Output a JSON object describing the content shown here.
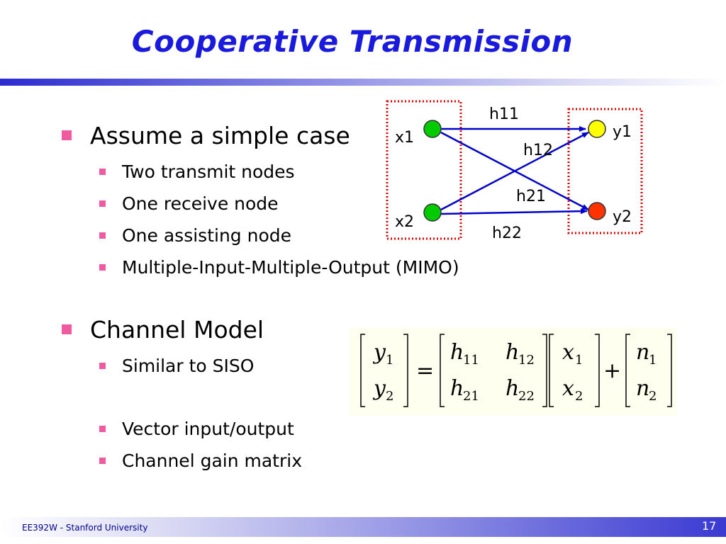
{
  "slide": {
    "title": "Cooperative Transmission",
    "sections": [
      {
        "heading": "Assume a simple case",
        "items": [
          "Two transmit nodes",
          "One receive node",
          "One assisting node",
          "Multiple-Input-Multiple-Output (MIMO)"
        ]
      },
      {
        "heading": "Channel Model",
        "items": [
          "Similar to SISO",
          "Vector input/output",
          "Channel gain matrix"
        ]
      }
    ]
  },
  "diagram": {
    "nodes": {
      "x1": "x1",
      "x2": "x2",
      "y1": "y1",
      "y2": "y2"
    },
    "edges": {
      "h11": "h11",
      "h12": "h12",
      "h21": "h21",
      "h22": "h22"
    },
    "colors": {
      "transmit": "#00cc00",
      "receive_y1": "#ffff00",
      "receive_y2": "#ff3300",
      "arrow": "#0000cc",
      "group_box": "#dd0000"
    }
  },
  "equation": {
    "y": [
      "y",
      "y"
    ],
    "y_sub": [
      "1",
      "2"
    ],
    "equals": "=",
    "h": [
      "h",
      "h",
      "h",
      "h"
    ],
    "h_sub": [
      "11",
      "12",
      "21",
      "22"
    ],
    "x": [
      "x",
      "x"
    ],
    "x_sub": [
      "1",
      "2"
    ],
    "plus": "+",
    "n": [
      "n",
      "n"
    ],
    "n_sub": [
      "1",
      "2"
    ]
  },
  "footer": {
    "course": "EE392W - Stanford University",
    "page": "17"
  }
}
